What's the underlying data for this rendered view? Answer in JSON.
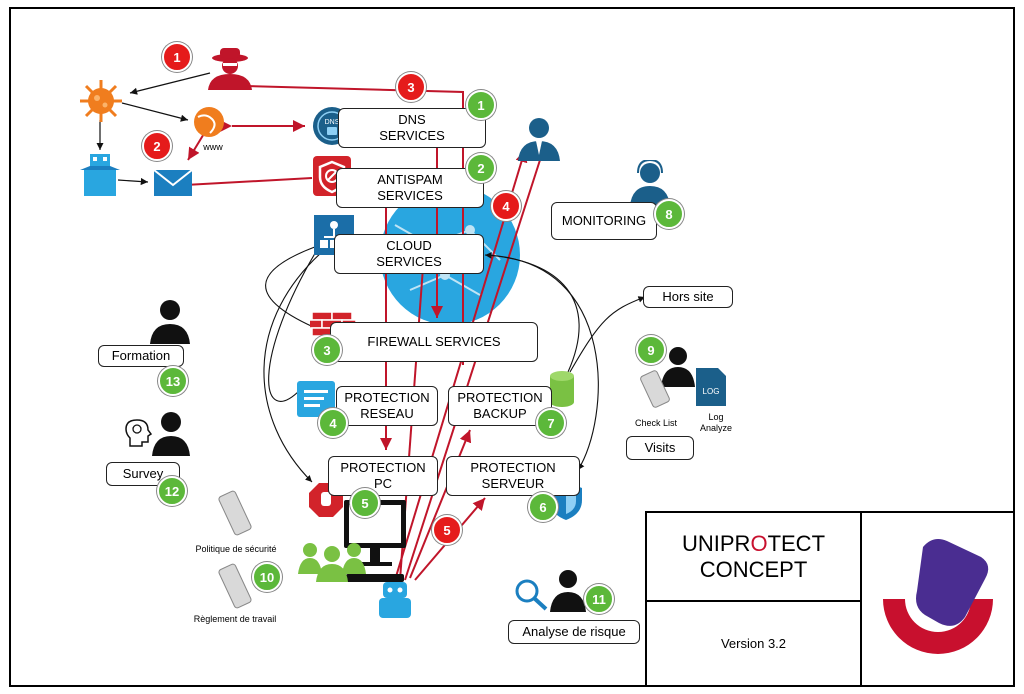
{
  "services": {
    "dns": "DNS\nSERVICES",
    "antispam": "ANTISPAM\nSERVICES",
    "cloud": "CLOUD\nSERVICES",
    "firewall": "FIREWALL SERVICES",
    "protection_reseau": "PROTECTION\nRESEAU",
    "protection_backup": "PROTECTION\nBACKUP",
    "protection_pc": "PROTECTION\nPC",
    "protection_serveur": "PROTECTION\nSERVEUR",
    "monitoring": "MONITORING",
    "hors_site": "Hors site",
    "visits": "Visits",
    "formation": "Formation",
    "survey": "Survey",
    "analyse": "Analyse de risque"
  },
  "badges": {
    "g1": "1",
    "g2": "2",
    "g3": "3",
    "g4": "4",
    "g5": "5",
    "g6": "6",
    "g7": "7",
    "g8": "8",
    "g9": "9",
    "g10": "10",
    "g11": "11",
    "g12": "12",
    "g13": "13",
    "r1": "1",
    "r2": "2",
    "r3": "3",
    "r4": "4",
    "r5": "5"
  },
  "labels": {
    "www": "www",
    "checklist": "Check List",
    "log": "Log\nAnalyze",
    "politique": "Politique de sécurité",
    "reglement": "Règlement de travail"
  },
  "title": {
    "brand_pre": "UNIPR",
    "brand_o": "O",
    "brand_post": "TECT",
    "brand_line2": "CONCEPT",
    "version": "Version 3.2"
  },
  "colors": {
    "threat_red": "#c0152a",
    "badge_green": "#5cb83a",
    "badge_red": "#e51b1b",
    "icon_blue": "#1a7fc0",
    "logo_purple": "#4a2d91",
    "logo_red": "#c8102e"
  },
  "icons": [
    "hacker-icon",
    "virus-icon",
    "globe-www-icon",
    "dns-icon",
    "robot-icon",
    "mail-icon",
    "antispam-icon",
    "cloud-icon",
    "firewall-icon",
    "network-protection-icon",
    "database-icon",
    "stop-hand-icon",
    "computer-icon",
    "users-group-icon",
    "shield-icon",
    "manager-icon",
    "support-agent-icon",
    "log-file-icon",
    "scroll-icon",
    "magnifier-icon",
    "head-brain-icon",
    "user-icon",
    "logo-icon"
  ]
}
